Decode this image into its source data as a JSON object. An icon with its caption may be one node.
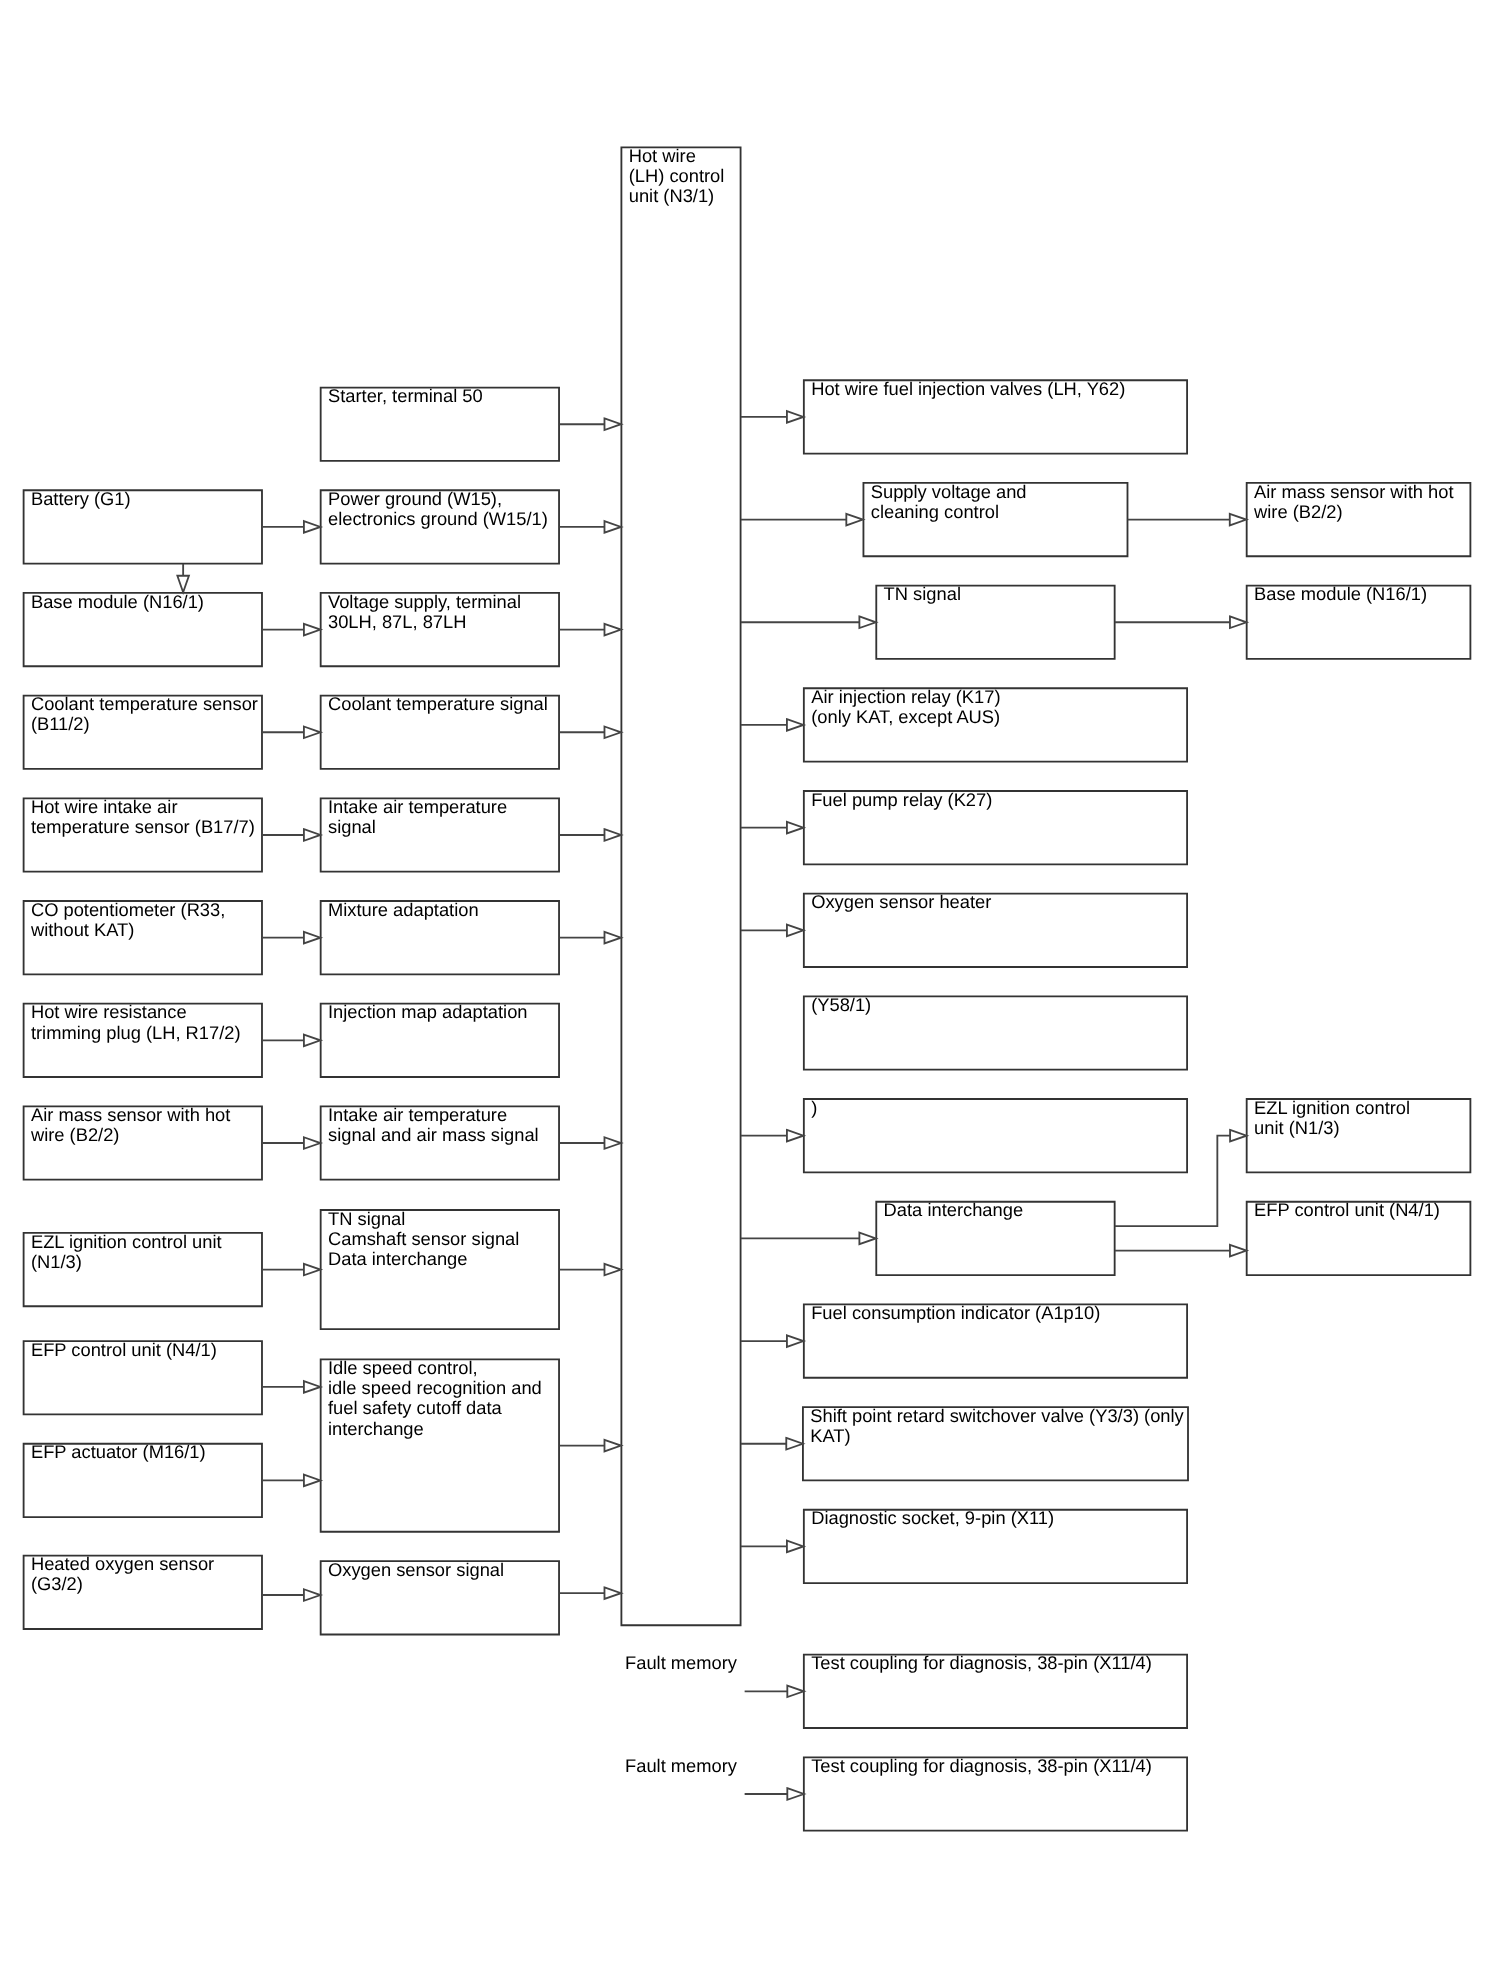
{
  "diagram": {
    "nodes": [
      {
        "text": [
          "Starter, terminal 50"
        ]
      },
      {
        "text": [
          "Battery (G1)"
        ]
      },
      {
        "text": [
          "Power ground (W15), electronics ground (W15/1)"
        ]
      },
      {
        "text": [
          "Base module (N16/1)"
        ]
      },
      {
        "text": [
          "Voltage supply, terminal 30LH, 87L, 87LH"
        ]
      },
      {
        "text": [
          "Coolant temperature sensor (B11/2)"
        ]
      },
      {
        "text": [
          "Coolant temperature signal"
        ]
      },
      {
        "text": [
          "Hot wire intake air temperature sensor (B17/7)"
        ]
      },
      {
        "text": [
          "Intake air temperature signal"
        ]
      },
      {
        "text": [
          "CO potentiometer (R33, without KAT)"
        ]
      },
      {
        "text": [
          "Mixture adaptation"
        ]
      },
      {
        "text": [
          "Hot wire resistance trimming plug (LH, R17/2)"
        ]
      },
      {
        "text": [
          "Injection map adaptation"
        ]
      },
      {
        "text": [
          "Air mass sensor with hot wire (B2/2)"
        ]
      },
      {
        "text": [
          "Intake air temperature signal and air mass signal"
        ]
      },
      {
        "text": [
          "EZL ignition control unit (N1/3)"
        ]
      },
      {
        "text": [
          "TN signal",
          "Camshaft sensor signal",
          "Data interchange"
        ]
      },
      {
        "text": [
          "EFP control unit (N4/1)"
        ]
      },
      {
        "text": [
          "Idle speed control,",
          "idle speed recognition and fuel safety cutoff data interchange"
        ]
      },
      {
        "text": [
          "EFP actuator (M16/1)"
        ]
      },
      {
        "text": [
          "Heated oxygen sensor (G3/2)"
        ]
      },
      {
        "text": [
          "Oxygen sensor signal"
        ]
      },
      {
        "text": [
          "Hot wire (LH) control unit (N3/1)"
        ]
      },
      {
        "text": [
          "Hot wire fuel injection valves (LH, Y62)"
        ]
      },
      {
        "text": [
          "Supply voltage and cleaning control"
        ]
      },
      {
        "text": [
          "Air mass sensor with hot wire (B2/2)"
        ]
      },
      {
        "text": [
          "TN signal"
        ]
      },
      {
        "text": [
          "Base module (N16/1)"
        ]
      },
      {
        "text": [
          "Air injection relay (K17)",
          "(only KAT, except AUS)"
        ]
      },
      {
        "text": [
          "Fuel pump relay (K27)"
        ]
      },
      {
        "text": [
          "Oxygen sensor heater"
        ]
      },
      {
        "text": [
          "Fault memory"
        ]
      },
      {
        "text": [
          "Test coupling for diagnosis, 38-pin (X11/4)"
        ]
      },
      {
        "text": [
          "(Y58/1)"
        ]
      },
      {
        "text": [
          ")"
        ]
      },
      {
        "text": [
          "Data interchange"
        ]
      },
      {
        "text": [
          "EZL ignition control unit (N1/3)"
        ]
      },
      {
        "text": [
          "EFP control unit (N4/1)"
        ]
      },
      {
        "text": [
          "Fuel consumption indicator (A1p10)"
        ]
      },
      {
        "text": [
          "Shift point retard switchover valve (Y3/3) (only KAT)"
        ]
      },
      {
        "text": [
          "Diagnostic socket, 9-pin (X11)"
        ]
      },
      {
        "text": [
          "Fault memory"
        ]
      },
      {
        "text": [
          "Test coupling for diagnosis, 38-pin (X11/4)"
        ]
      }
    ],
    "edges": [
      {
        "from": 1,
        "to": 2,
        "arrow": "to"
      },
      {
        "from": 1,
        "to": 3,
        "arrow": "to"
      },
      {
        "from": 3,
        "to": 4,
        "arrow": "to"
      },
      {
        "from": 5,
        "to": 6,
        "arrow": "to"
      },
      {
        "from": 7,
        "to": 8,
        "arrow": "to"
      },
      {
        "from": 9,
        "to": 10,
        "arrow": "to"
      },
      {
        "from": 11,
        "to": 12,
        "arrow": "to"
      },
      {
        "from": 13,
        "to": 14,
        "arrow": "to"
      },
      {
        "from": 15,
        "to": 16,
        "arrow": "to"
      },
      {
        "from": 17,
        "to": 18,
        "arrow": "to"
      },
      {
        "from": 19,
        "to": 18,
        "arrow": "to"
      },
      {
        "from": 20,
        "to": 21,
        "arrow": "to"
      },
      {
        "from": 0,
        "to": 22,
        "arrow": "to"
      },
      {
        "from": 2,
        "to": 22,
        "arrow": "to"
      },
      {
        "from": 4,
        "to": 22,
        "arrow": "to"
      },
      {
        "from": 6,
        "to": 22,
        "arrow": "to"
      },
      {
        "from": 8,
        "to": 22,
        "arrow": "to"
      },
      {
        "from": 10,
        "to": 22,
        "arrow": "to"
      },
      {
        "from": 14,
        "to": 22,
        "arrow": "to"
      },
      {
        "from": 16,
        "to": 22,
        "arrow": "to"
      },
      {
        "from": 18,
        "to": 22,
        "arrow": "to"
      },
      {
        "from": 21,
        "to": 22,
        "arrow": "to"
      },
      {
        "from": 22,
        "to": 23,
        "arrow": "to"
      },
      {
        "from": 22,
        "to": 24,
        "arrow": "to"
      },
      {
        "from": 24,
        "to": 25,
        "arrow": "to"
      },
      {
        "from": 22,
        "to": 26,
        "arrow": "to"
      },
      {
        "from": 26,
        "to": 27,
        "arrow": "to"
      },
      {
        "from": 22,
        "to": 28,
        "arrow": "to"
      },
      {
        "from": 22,
        "to": 29,
        "arrow": "to"
      },
      {
        "from": 22,
        "to": 30,
        "arrow": "to"
      },
      {
        "from": 31,
        "to": 32,
        "arrow": "to"
      },
      {
        "from": 22,
        "to": 34,
        "arrow": "to"
      },
      {
        "from": 22,
        "to": 35,
        "arrow": "to"
      },
      {
        "from": 35,
        "to": 36,
        "arrow": "to"
      },
      {
        "from": 35,
        "to": 37,
        "arrow": "to"
      },
      {
        "from": 22,
        "to": 38,
        "arrow": "to"
      },
      {
        "from": 22,
        "to": 39,
        "arrow": "to"
      },
      {
        "from": 22,
        "to": 40,
        "arrow": "to"
      },
      {
        "from": 41,
        "to": 42,
        "arrow": "to"
      }
    ]
  }
}
